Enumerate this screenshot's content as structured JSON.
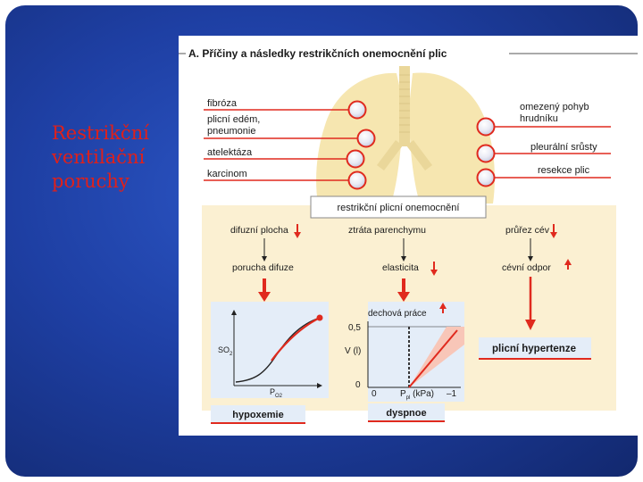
{
  "slide": {
    "title_lines": [
      "Restrikční",
      "ventilační",
      "poruchy"
    ]
  },
  "figure": {
    "heading": "A. Příčiny a následky restrikčních onemocnění plic",
    "causes_left": [
      "fibróza",
      "plicní edém,",
      "pneumonie",
      "atelektáza",
      "karcinom"
    ],
    "causes_right": [
      "omezený pohyb",
      "hrudníku",
      "pleurální srůsty",
      "resekce plic"
    ],
    "center_box": "restrikční plicní onemocnění",
    "col1": {
      "top": "difuzní plocha",
      "mid": "porucha difuze",
      "result": "hypoxemie",
      "y_axis": "SO",
      "y_sub": "2",
      "x_axis": "P",
      "x_sub": "O2"
    },
    "col2": {
      "top": "ztráta parenchymu",
      "mid": "elasticita",
      "result": "dyspnoe",
      "work_label": "dechová práce",
      "y_top": "0,5",
      "y_zero": "0",
      "y_label": "V (l)",
      "x_zero": "0",
      "x_label_a": "P",
      "x_sub": "pl",
      "x_label_b": " (kPa)",
      "x_end": "–1"
    },
    "col3": {
      "top": "průřez cév",
      "mid": "cévní odpor",
      "result": "plicní hypertenze"
    },
    "colors": {
      "accent": "#e02a1e",
      "lung": "#f6e6b0",
      "band": "#fbf0d2",
      "panel": "#e4edf8",
      "slide_blue": "#1e3fa3"
    }
  }
}
